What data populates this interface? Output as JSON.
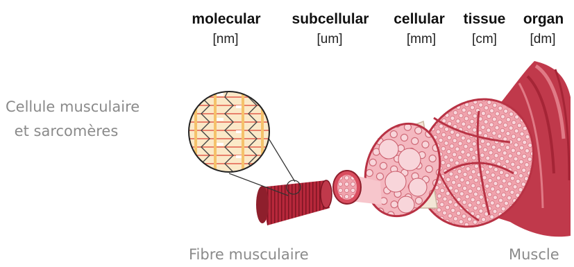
{
  "scales": [
    {
      "name": "molecular",
      "unit": "[nm]"
    },
    {
      "name": "subcellular",
      "unit": "[um]"
    },
    {
      "name": "cellular",
      "unit": "[mm]"
    },
    {
      "name": "tissue",
      "unit": "[cm]"
    },
    {
      "name": "organ",
      "unit": "[dm]"
    }
  ],
  "labels": {
    "cell_line1": "Cellule musculaire",
    "cell_line2": " et sarcomères",
    "fiber": "Fibre musculaire",
    "muscle": "Muscle"
  },
  "colors": {
    "muscle_red": "#c0394b",
    "muscle_dark": "#8e1f2c",
    "tissue_pink": "#f0a3ad",
    "cell_pink": "#f7c6cc",
    "sheath": "#f3e6d6"
  }
}
